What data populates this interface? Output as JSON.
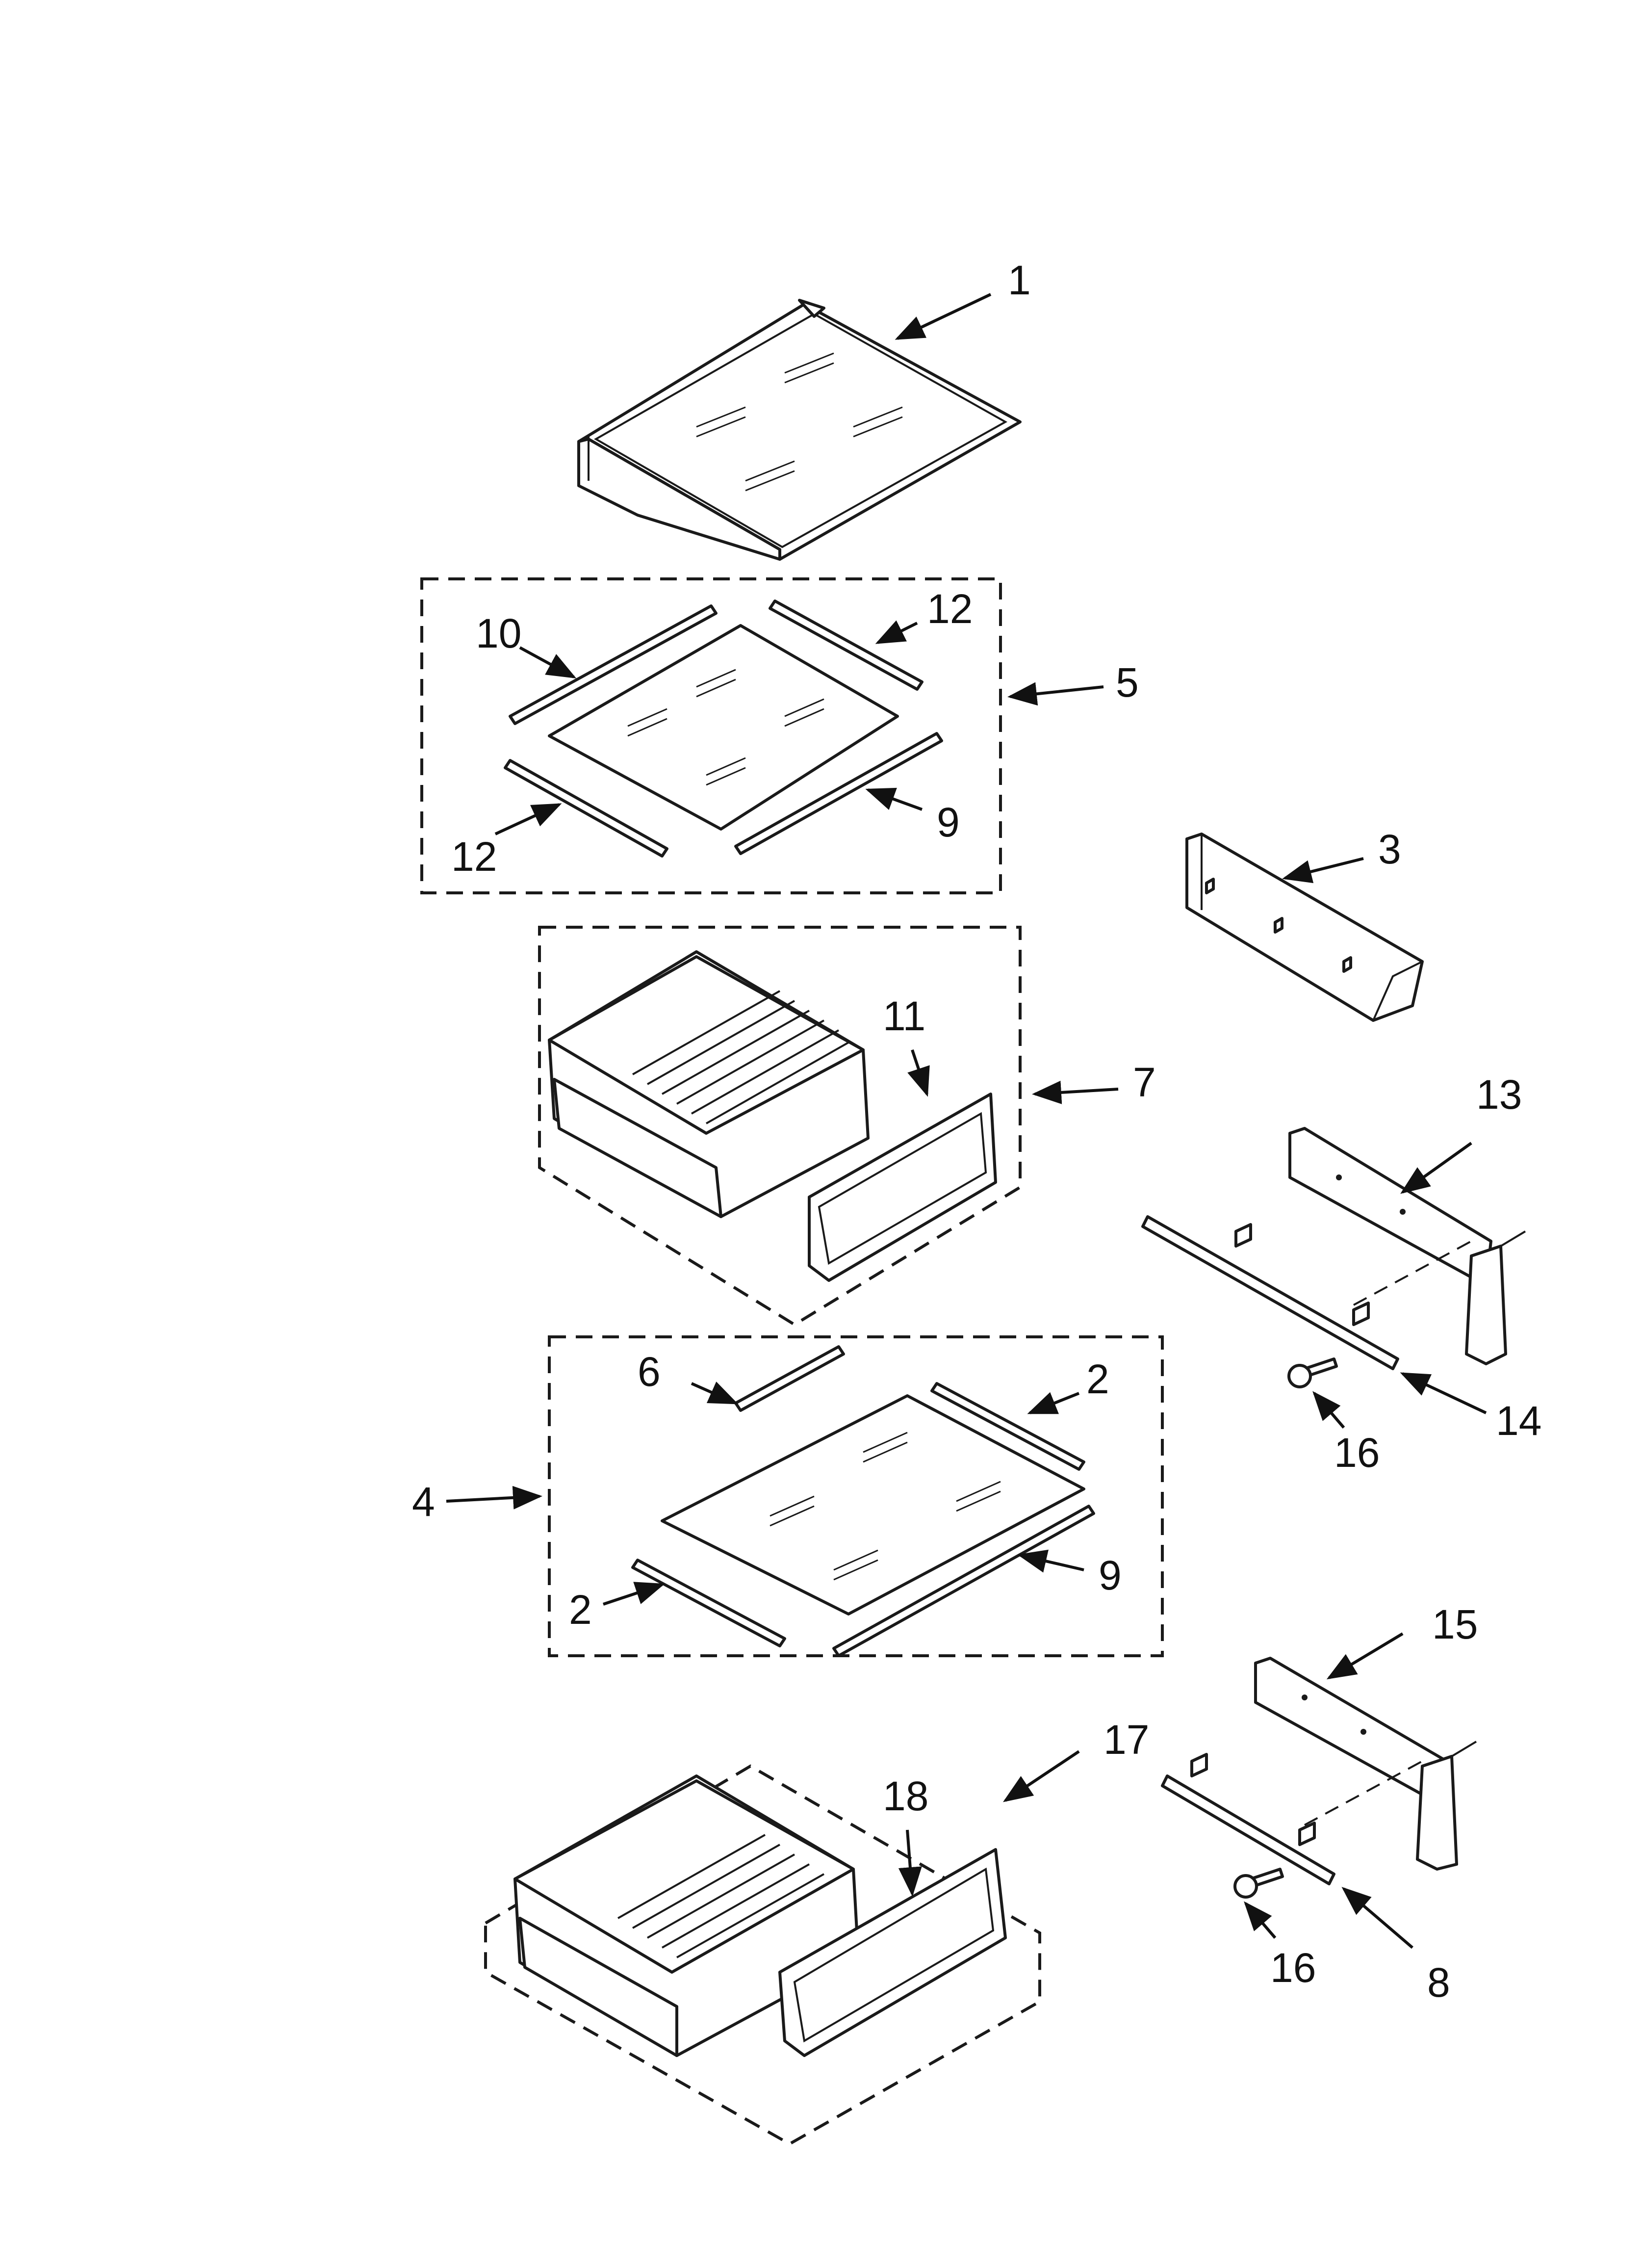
{
  "diagram": {
    "callouts": [
      {
        "id": "c1",
        "text": "1"
      },
      {
        "id": "c10",
        "text": "10"
      },
      {
        "id": "c12a",
        "text": "12"
      },
      {
        "id": "c5",
        "text": "5"
      },
      {
        "id": "c12b",
        "text": "12"
      },
      {
        "id": "c9a",
        "text": "9"
      },
      {
        "id": "c3",
        "text": "3"
      },
      {
        "id": "c11",
        "text": "11"
      },
      {
        "id": "c7",
        "text": "7"
      },
      {
        "id": "c13",
        "text": "13"
      },
      {
        "id": "c14",
        "text": "14"
      },
      {
        "id": "c16a",
        "text": "16"
      },
      {
        "id": "c6",
        "text": "6"
      },
      {
        "id": "c2a",
        "text": "2"
      },
      {
        "id": "c4",
        "text": "4"
      },
      {
        "id": "c9b",
        "text": "9"
      },
      {
        "id": "c2b",
        "text": "2"
      },
      {
        "id": "c15",
        "text": "15"
      },
      {
        "id": "c17",
        "text": "17"
      },
      {
        "id": "c18",
        "text": "18"
      },
      {
        "id": "c16b",
        "text": "16"
      },
      {
        "id": "c8",
        "text": "8"
      }
    ]
  }
}
